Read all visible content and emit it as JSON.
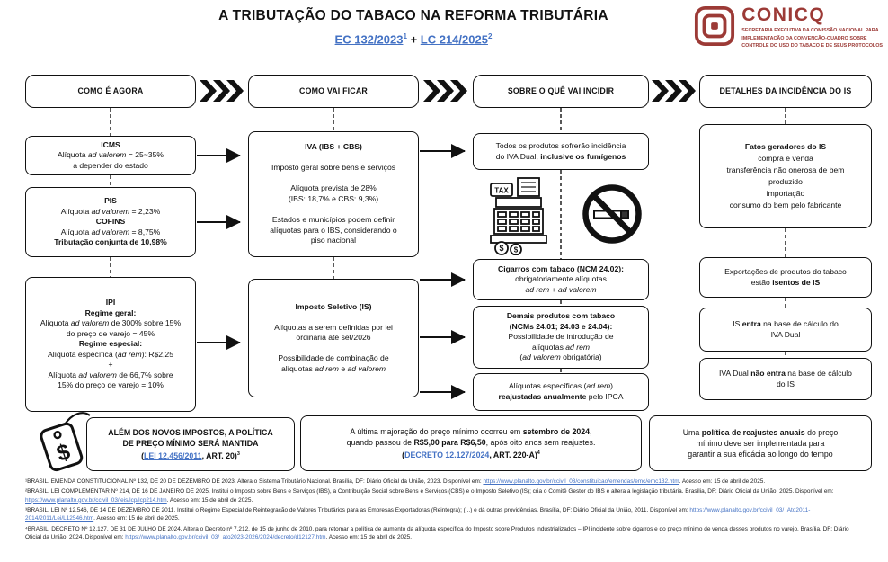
{
  "colors": {
    "link_blue": "#4472C4",
    "logo_red": "#9C3A36"
  },
  "header": {
    "title": "A TRIBUTAÇÃO DO TABACO NA REFORMA TRIBUTÁRIA",
    "link_ec": "EC 132/2023",
    "sup_ec": "1",
    "plus": "+",
    "link_lc": "LC 214/2025",
    "sup_lc": "2"
  },
  "logo": {
    "name": "CONICQ",
    "tagline": [
      "SECRETARIA EXECUTIVA DA COMISSÃO NACIONAL PARA",
      "IMPLEMENTAÇÃO DA CONVENÇÃO-QUADRO SOBRE",
      "CONTROLE DO USO DO TABACO E DE SEUS PROTOCOLOS"
    ]
  },
  "col_headers": [
    "COMO É AGORA",
    "COMO VAI FICAR",
    "SOBRE O QUÊ VAI INCIDIR",
    "DETALHES DA INCIDÊNCIA DO IS"
  ],
  "boxes": {
    "icms": [
      {
        "t": "ICMS",
        "b": true
      },
      {
        "br": true
      },
      {
        "t": "Alíquota "
      },
      {
        "t": "ad valorem",
        "i": true
      },
      {
        "t": " = 25~35%"
      },
      {
        "br": true
      },
      {
        "t": "a depender do estado"
      }
    ],
    "pis_cofins": [
      {
        "t": "PIS",
        "b": true
      },
      {
        "br": true
      },
      {
        "t": "Alíquota "
      },
      {
        "t": "ad valorem",
        "i": true
      },
      {
        "t": " = 2,23%"
      },
      {
        "br": true
      },
      {
        "t": "COFINS",
        "b": true
      },
      {
        "br": true
      },
      {
        "t": "Alíquota "
      },
      {
        "t": "ad valorem",
        "i": true
      },
      {
        "t": " = 8,75%"
      },
      {
        "br": true
      },
      {
        "t": "Tributação conjunta de 10,98%",
        "b": true
      }
    ],
    "ipi": [
      {
        "t": "IPI",
        "b": true
      },
      {
        "br": true
      },
      {
        "t": "Regime geral:",
        "b": true
      },
      {
        "br": true
      },
      {
        "t": "Alíquota "
      },
      {
        "t": "ad valorem",
        "i": true
      },
      {
        "t": " de 300% sobre 15%"
      },
      {
        "br": true
      },
      {
        "t": "do preço de varejo = 45%"
      },
      {
        "br": true
      },
      {
        "t": "Regime especial:",
        "b": true
      },
      {
        "br": true
      },
      {
        "t": "Alíquota específica ("
      },
      {
        "t": "ad rem",
        "i": true
      },
      {
        "t": "): R$2,25"
      },
      {
        "br": true
      },
      {
        "t": "+"
      },
      {
        "br": true
      },
      {
        "t": "Alíquota "
      },
      {
        "t": "ad valorem",
        "i": true
      },
      {
        "t": " de 66,7% sobre"
      },
      {
        "br": true
      },
      {
        "t": "15% do preço de varejo = 10%"
      }
    ],
    "iva": [
      {
        "t": "IVA (IBS + CBS)",
        "b": true
      },
      {
        "br": true
      },
      {
        "br": true
      },
      {
        "t": "Imposto geral sobre bens e serviços"
      },
      {
        "br": true
      },
      {
        "br": true
      },
      {
        "t": "Alíquota prevista de 28%"
      },
      {
        "br": true
      },
      {
        "t": "(IBS: 18,7% e CBS: 9,3%)"
      },
      {
        "br": true
      },
      {
        "br": true
      },
      {
        "t": "Estados e municípios podem definir"
      },
      {
        "br": true
      },
      {
        "t": "alíquotas para o IBS, considerando o"
      },
      {
        "br": true
      },
      {
        "t": "piso nacional"
      }
    ],
    "is": [
      {
        "t": "Imposto Seletivo (IS)",
        "b": true
      },
      {
        "br": true
      },
      {
        "br": true
      },
      {
        "t": "Alíquotas a serem definidas por lei"
      },
      {
        "br": true
      },
      {
        "t": "ordinária até set/2026"
      },
      {
        "br": true
      },
      {
        "br": true
      },
      {
        "t": "Possibilidade de combinação de"
      },
      {
        "br": true
      },
      {
        "t": "alíquotas "
      },
      {
        "t": "ad rem",
        "i": true
      },
      {
        "t": " e "
      },
      {
        "t": "ad valorem",
        "i": true
      }
    ],
    "todos": [
      {
        "t": "Todos os produtos sofrerão incidência"
      },
      {
        "br": true
      },
      {
        "t": "do IVA Dual, "
      },
      {
        "t": "inclusive os fumígenos",
        "b": true
      }
    ],
    "cigarros": [
      {
        "t": "Cigarros com tabaco (NCM 24.02):",
        "b": true
      },
      {
        "br": true
      },
      {
        "t": "obrigatoriamente alíquotas"
      },
      {
        "br": true
      },
      {
        "t": "ad rem",
        "i": true
      },
      {
        "t": " + "
      },
      {
        "t": "ad valorem",
        "i": true
      }
    ],
    "demais": [
      {
        "t": "Demais produtos com tabaco",
        "b": true
      },
      {
        "br": true
      },
      {
        "t": "(NCMs 24.01; 24.03 e 24.04):",
        "b": true
      },
      {
        "br": true
      },
      {
        "t": "Possibilidade de introdução de"
      },
      {
        "br": true
      },
      {
        "t": "alíquotas "
      },
      {
        "t": "ad rem",
        "i": true
      },
      {
        "br": true
      },
      {
        "t": "("
      },
      {
        "t": "ad valorem",
        "i": true
      },
      {
        "t": " obrigatória)"
      }
    ],
    "especificas": [
      {
        "t": "Alíquotas específicas ("
      },
      {
        "t": "ad rem",
        "i": true
      },
      {
        "t": ")"
      },
      {
        "br": true
      },
      {
        "t": "reajustadas anualmente",
        "b": true
      },
      {
        "t": " pelo IPCA"
      }
    ],
    "fatos": [
      {
        "t": "Fatos geradores do IS",
        "b": true
      },
      {
        "br": true
      },
      {
        "t": "compra e venda"
      },
      {
        "br": true
      },
      {
        "t": "transferência não onerosa de bem"
      },
      {
        "br": true
      },
      {
        "t": "produzido"
      },
      {
        "br": true
      },
      {
        "t": "importação"
      },
      {
        "br": true
      },
      {
        "t": "consumo do bem pelo fabricante"
      }
    ],
    "exportacoes": [
      {
        "t": "Exportações de produtos do tabaco"
      },
      {
        "br": true
      },
      {
        "t": "estão "
      },
      {
        "t": "isentos de IS",
        "b": true
      }
    ],
    "is_entra": [
      {
        "t": "IS "
      },
      {
        "t": "entra",
        "b": true
      },
      {
        "t": " na base de cálculo do"
      },
      {
        "br": true
      },
      {
        "t": "IVA Dual"
      }
    ],
    "iva_nao_entra": [
      {
        "t": "IVA Dual "
      },
      {
        "t": "não entra",
        "b": true
      },
      {
        "t": " na base de cálculo"
      },
      {
        "br": true
      },
      {
        "t": "do IS"
      }
    ]
  },
  "bottom": {
    "box1": {
      "title": [
        {
          "t": "ALÉM DOS NOVOS IMPOSTOS, A POLÍTICA",
          "b": true
        },
        {
          "br": true
        },
        {
          "t": "DE PREÇO MÍNIMO SERÁ MANTIDA",
          "b": true
        }
      ],
      "cite": {
        "pre": "(",
        "link": "LEI 12.456/2011",
        "post": ", ART. 20)",
        "sup": "3"
      }
    },
    "box2": {
      "body": [
        {
          "t": "A última majoração do preço mínimo ocorreu em "
        },
        {
          "t": "setembro de 2024",
          "b": true
        },
        {
          "t": ","
        },
        {
          "br": true
        },
        {
          "t": "quando passou de "
        },
        {
          "t": "R$5,00 para R$6,50",
          "b": true
        },
        {
          "t": ", após oito anos sem reajustes."
        }
      ],
      "cite": {
        "pre": "(",
        "link": "DECRETO 12.127/2024",
        "post": ", ART. 220-A)",
        "sup": "4"
      }
    },
    "box3": [
      {
        "t": "Uma "
      },
      {
        "t": "política de reajustes anuais",
        "b": true
      },
      {
        "t": " do preço"
      },
      {
        "br": true
      },
      {
        "t": "mínimo deve ser implementada para"
      },
      {
        "br": true
      },
      {
        "t": "garantir a sua eficácia ao longo do tempo"
      }
    ]
  },
  "footnotes": [
    {
      "pre": "¹BRASIL. EMENDA CONSTITUCIONAL Nº 132, DE 20 DE DEZEMBRO DE 2023. Altera o Sistema Tributário Nacional. Brasília, DF: Diário Oficial da União, 2023. Disponível em: ",
      "url": "https://www.planalto.gov.br/ccivil_03/constituicao/emendas/emc/emc132.htm",
      "post": ". Acesso em: 15 de abril de 2025."
    },
    {
      "pre": "²BRASIL. LEI COMPLEMENTAR Nº 214, DE 16 DE JANEIRO DE 2025. Institui o Imposto sobre Bens e Serviços (IBS), a Contribuição Social sobre Bens e Serviços (CBS) e o Imposto Seletivo (IS); cria o Comitê Gestor do IBS e altera a legislação tributária. Brasília, DF: Diário Oficial da União, 2025. Disponível em: ",
      "url": "https://www.planalto.gov.br/ccivil_03/leis/lcp/lcp214.htm",
      "post": ". Acesso em: 15 de abril de 2025."
    },
    {
      "pre": "³BRASIL.  LEI Nº 12.546, DE 14 DE DEZEMBRO DE 2011. Institui o Regime Especial de Reintegração de Valores Tributários para as Empresas Exportadoras (Reintegra); (...) e dá outras providências. Brasília, DF: Diário Oficial da União, 2011. Disponível em: ",
      "url": "https://www.planalto.gov.br/ccivil_03/_Ato2011-2014/2011/Lei/L12546.htm",
      "post": ". Acesso em: 15 de abril de 2025."
    },
    {
      "pre": "⁴BRASIL. DECRETO Nº 12.127, DE 31 DE JULHO DE 2024. Altera o Decreto nº 7.212, de 15 de junho de 2010, para retomar a política de aumento da alíquota específica do Imposto sobre Produtos Industrializados – IPI incidente sobre cigarros e do preço mínimo de venda desses produtos no varejo. Brasília, DF: Diário Oficial da União, 2024. Disponível em: ",
      "url": "https://www.planalto.gov.br/ccivil_03/_ato2023-2026/2024/decreto/d12127.htm",
      "post": ". Acesso em: 15 de abril de 2025."
    }
  ],
  "icons": {
    "tax_label": "TAX",
    "dollar": "$"
  }
}
